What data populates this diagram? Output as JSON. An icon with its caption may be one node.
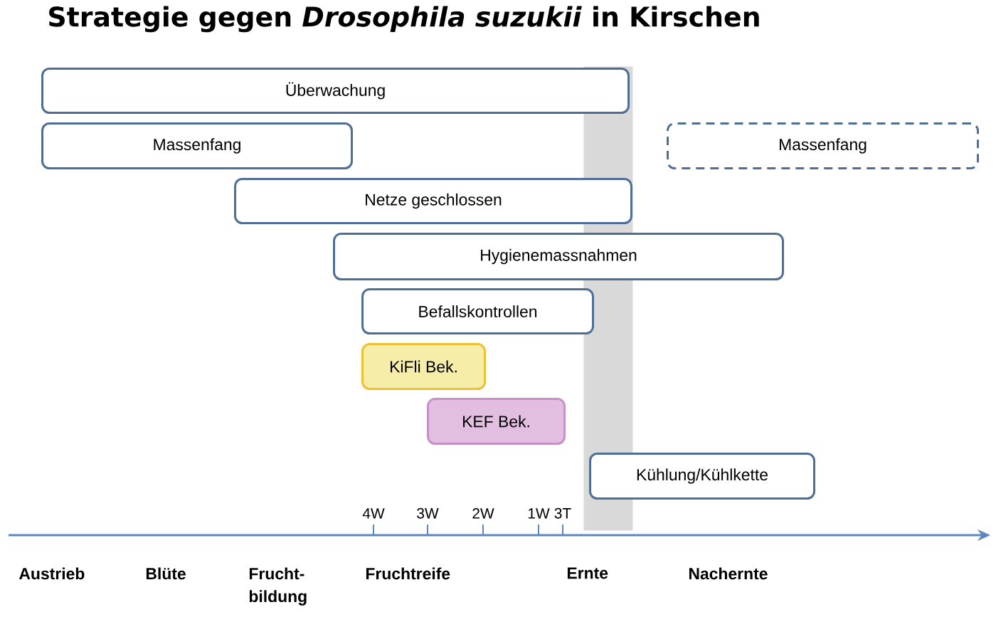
{
  "diagram": {
    "title": "Strategie gegen *Drosophila suzukii* in Kirschen",
    "nodes": [
      {
        "text": [
          "Überwachung"
        ]
      },
      {
        "text": [
          "Massenfang"
        ]
      },
      {
        "text": [
          "Massenfang"
        ]
      },
      {
        "text": [
          "Netze geschlossen"
        ]
      },
      {
        "text": [
          "Hygienemassnahmen"
        ]
      },
      {
        "text": [
          "Befallskontrollen"
        ]
      },
      {
        "text": [
          "KiFli Bek."
        ]
      },
      {
        "text": [
          "KEF Bek."
        ]
      },
      {
        "text": [
          "Kühlung/Kühlkette"
        ]
      },
      {
        "text": [],
        "shape": "bar"
      }
    ],
    "labels": [
      "4W",
      "3W",
      "2W",
      "1W",
      "3T",
      "Austrieb",
      "Blüte",
      "Frucht- bildung",
      "Fruchtreife",
      "Ernte",
      "Nachernte"
    ]
  }
}
